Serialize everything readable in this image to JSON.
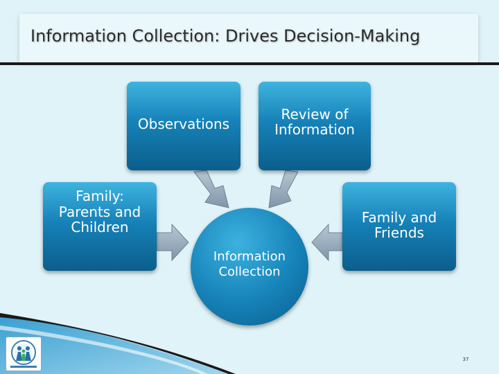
{
  "title": "Information Collection: Drives Decision-Making",
  "boxes": {
    "observations": "Observations",
    "review": "Review of\nInformation",
    "family": "Family:\nParents and\nChildren",
    "friends": "Family and\nFriends"
  },
  "center": "Information\nCollection",
  "page_number": "37",
  "colors": {
    "background": "#dff3f8",
    "box_top": "#3fb3df",
    "box_bottom": "#0b5e8c",
    "arrow": "#8fa6b8"
  },
  "icons": {
    "logo": "family-logo-icon"
  }
}
